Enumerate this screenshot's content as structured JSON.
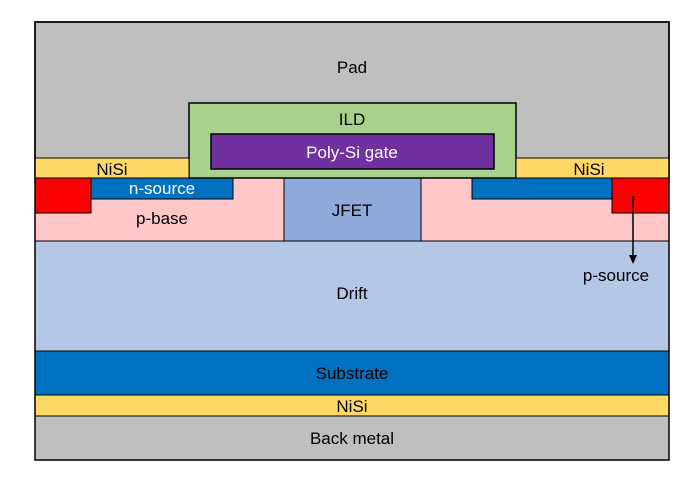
{
  "labels": {
    "pad": "Pad",
    "ild": "ILD",
    "gate": "Poly-Si gate",
    "nisi_left": "NiSi",
    "nisi_right": "NiSi",
    "n_source": "n-source",
    "p_base": "p-base",
    "jfet": "JFET",
    "p_source": "p-source",
    "drift": "Drift",
    "substrate": "Substrate",
    "nisi_bottom": "NiSi",
    "back_metal": "Back metal"
  },
  "colors": {
    "metal": "#bfbfbf",
    "ild": "#a9d18e",
    "poly_si_gate": "#7030a0",
    "nisi": "#ffd966",
    "p_plus": "#ff0000",
    "n_source": "#0070c0",
    "p_base": "#ffc7c7",
    "jfet": "#8eaadb",
    "drift": "#b4c7e7",
    "substrate": "#0070c0"
  }
}
